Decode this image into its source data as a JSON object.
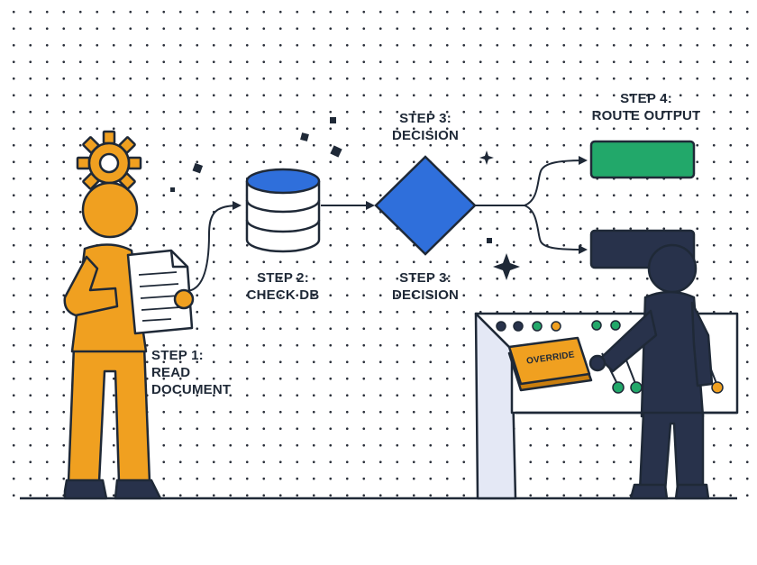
{
  "labels": {
    "step1_line1": "STEP 1:",
    "step1_line2": "READ",
    "step1_line3": "DOCUMENT",
    "step2_line1": "STEP 2:",
    "step2_line2": "CHECK DB",
    "step3_top_line1": "STEP 3:",
    "step3_top_line2": "DECISION",
    "step3_bottom_line1": "STEP 3:",
    "step3_bottom_line2": "DECISION",
    "step4_line1": "STEP 4:",
    "step4_line2": "ROUTE OUTPUT",
    "override_button": "OVERRIDE"
  },
  "colors": {
    "orange": "#F0A020",
    "navy": "#28324B",
    "blue": "#2F6FDB",
    "green": "#22A86A",
    "outline": "#1F2937",
    "panel": "#E4E8F5"
  }
}
